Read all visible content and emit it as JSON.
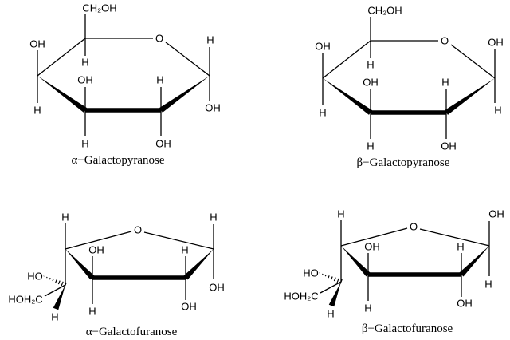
{
  "molecules": [
    {
      "name": "α−Galactopyranose",
      "type": "pyranose",
      "atoms": {
        "ring_o": "O",
        "c5_up": "CH₂OH",
        "c5_down": "H",
        "c4_up": "OH",
        "c4_down": "H",
        "c3_up": "OH",
        "c3_down": "H",
        "c2_up": "H",
        "c2_down": "OH",
        "c1_up": "H",
        "c1_down": "OH"
      }
    },
    {
      "name": "β−Galactopyranose",
      "type": "pyranose",
      "atoms": {
        "ring_o": "O",
        "c5_up": "CH₂OH",
        "c5_down": "H",
        "c4_up": "OH",
        "c4_down": "H",
        "c3_up": "OH",
        "c3_down": "H",
        "c2_up": "H",
        "c2_down": "OH",
        "c1_up": "OH",
        "c1_down": "H"
      }
    },
    {
      "name": "α−Galactofuranose",
      "type": "furanose",
      "atoms": {
        "ring_o": "O",
        "c4_up": "H",
        "c5_hash": "HO",
        "c5_side": "HOH₂C",
        "c5_wedge": "H",
        "c3_up": "OH",
        "c3_down": "H",
        "c2_up": "H",
        "c2_down": "OH",
        "c1_up": "H",
        "c1_down": "OH"
      }
    },
    {
      "name": "β−Galactofuranose",
      "type": "furanose",
      "atoms": {
        "ring_o": "O",
        "c4_up": "H",
        "c5_hash": "HO",
        "c5_side": "HOH₂C",
        "c5_wedge": "H",
        "c3_up": "OH",
        "c3_down": "H",
        "c2_up": "H",
        "c2_down": "OH",
        "c1_up": "OH",
        "c1_down": "H"
      }
    }
  ]
}
